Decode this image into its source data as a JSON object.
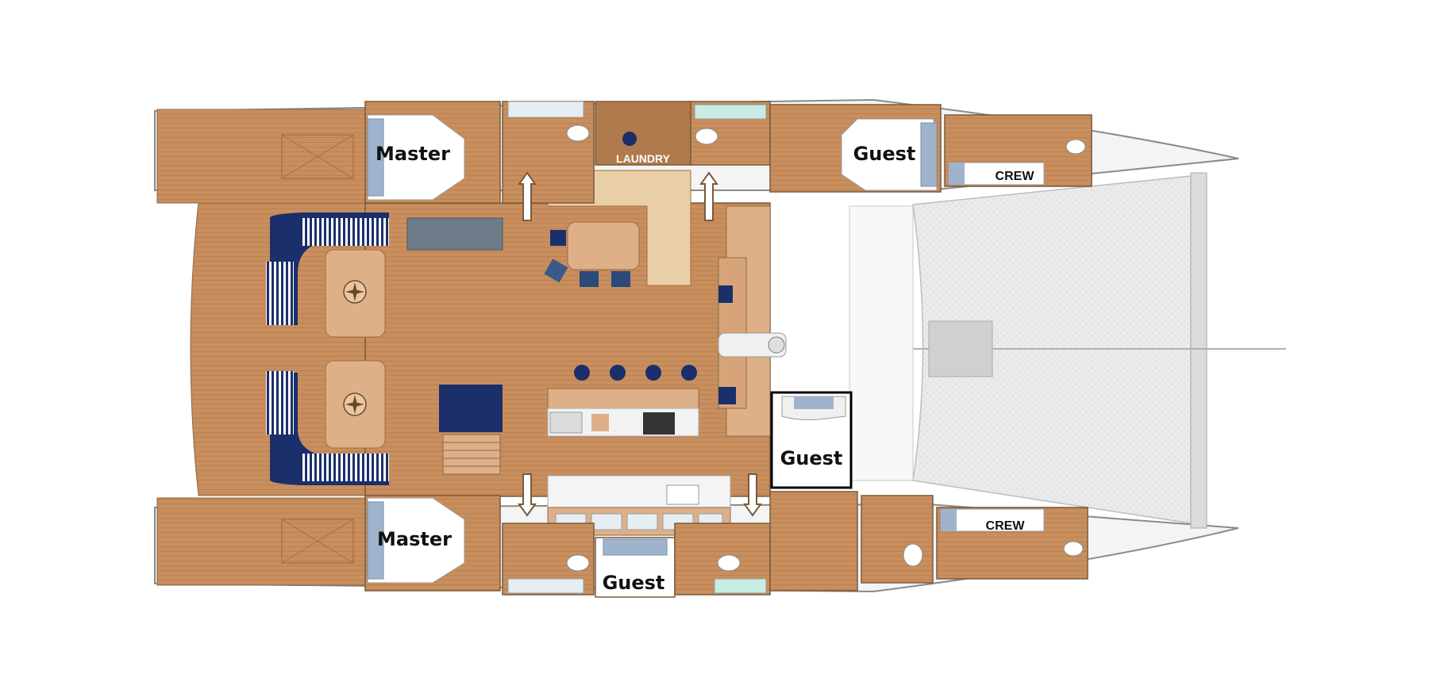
{
  "labels": {
    "master_top": "Master",
    "master_bottom": "Master",
    "guest_top_fwd": "Guest",
    "guest_mid": "Guest",
    "guest_bottom": "Guest",
    "laundry": "LAUNDRY",
    "crew_top": "CREW",
    "crew_bottom": "CREW"
  },
  "colors": {
    "wood": "#c98e5e",
    "wood_dark": "#a56a3e",
    "wood_light": "#ddb088",
    "navy": "#1a2f6b",
    "hull_outline": "#8a8a8a",
    "net": "#e6e6e6",
    "bed": "#ffffff",
    "sofa": "#e8cfa8"
  },
  "icons": [
    "up-arrow-icon",
    "down-arrow-icon",
    "compass-rose-icon"
  ]
}
